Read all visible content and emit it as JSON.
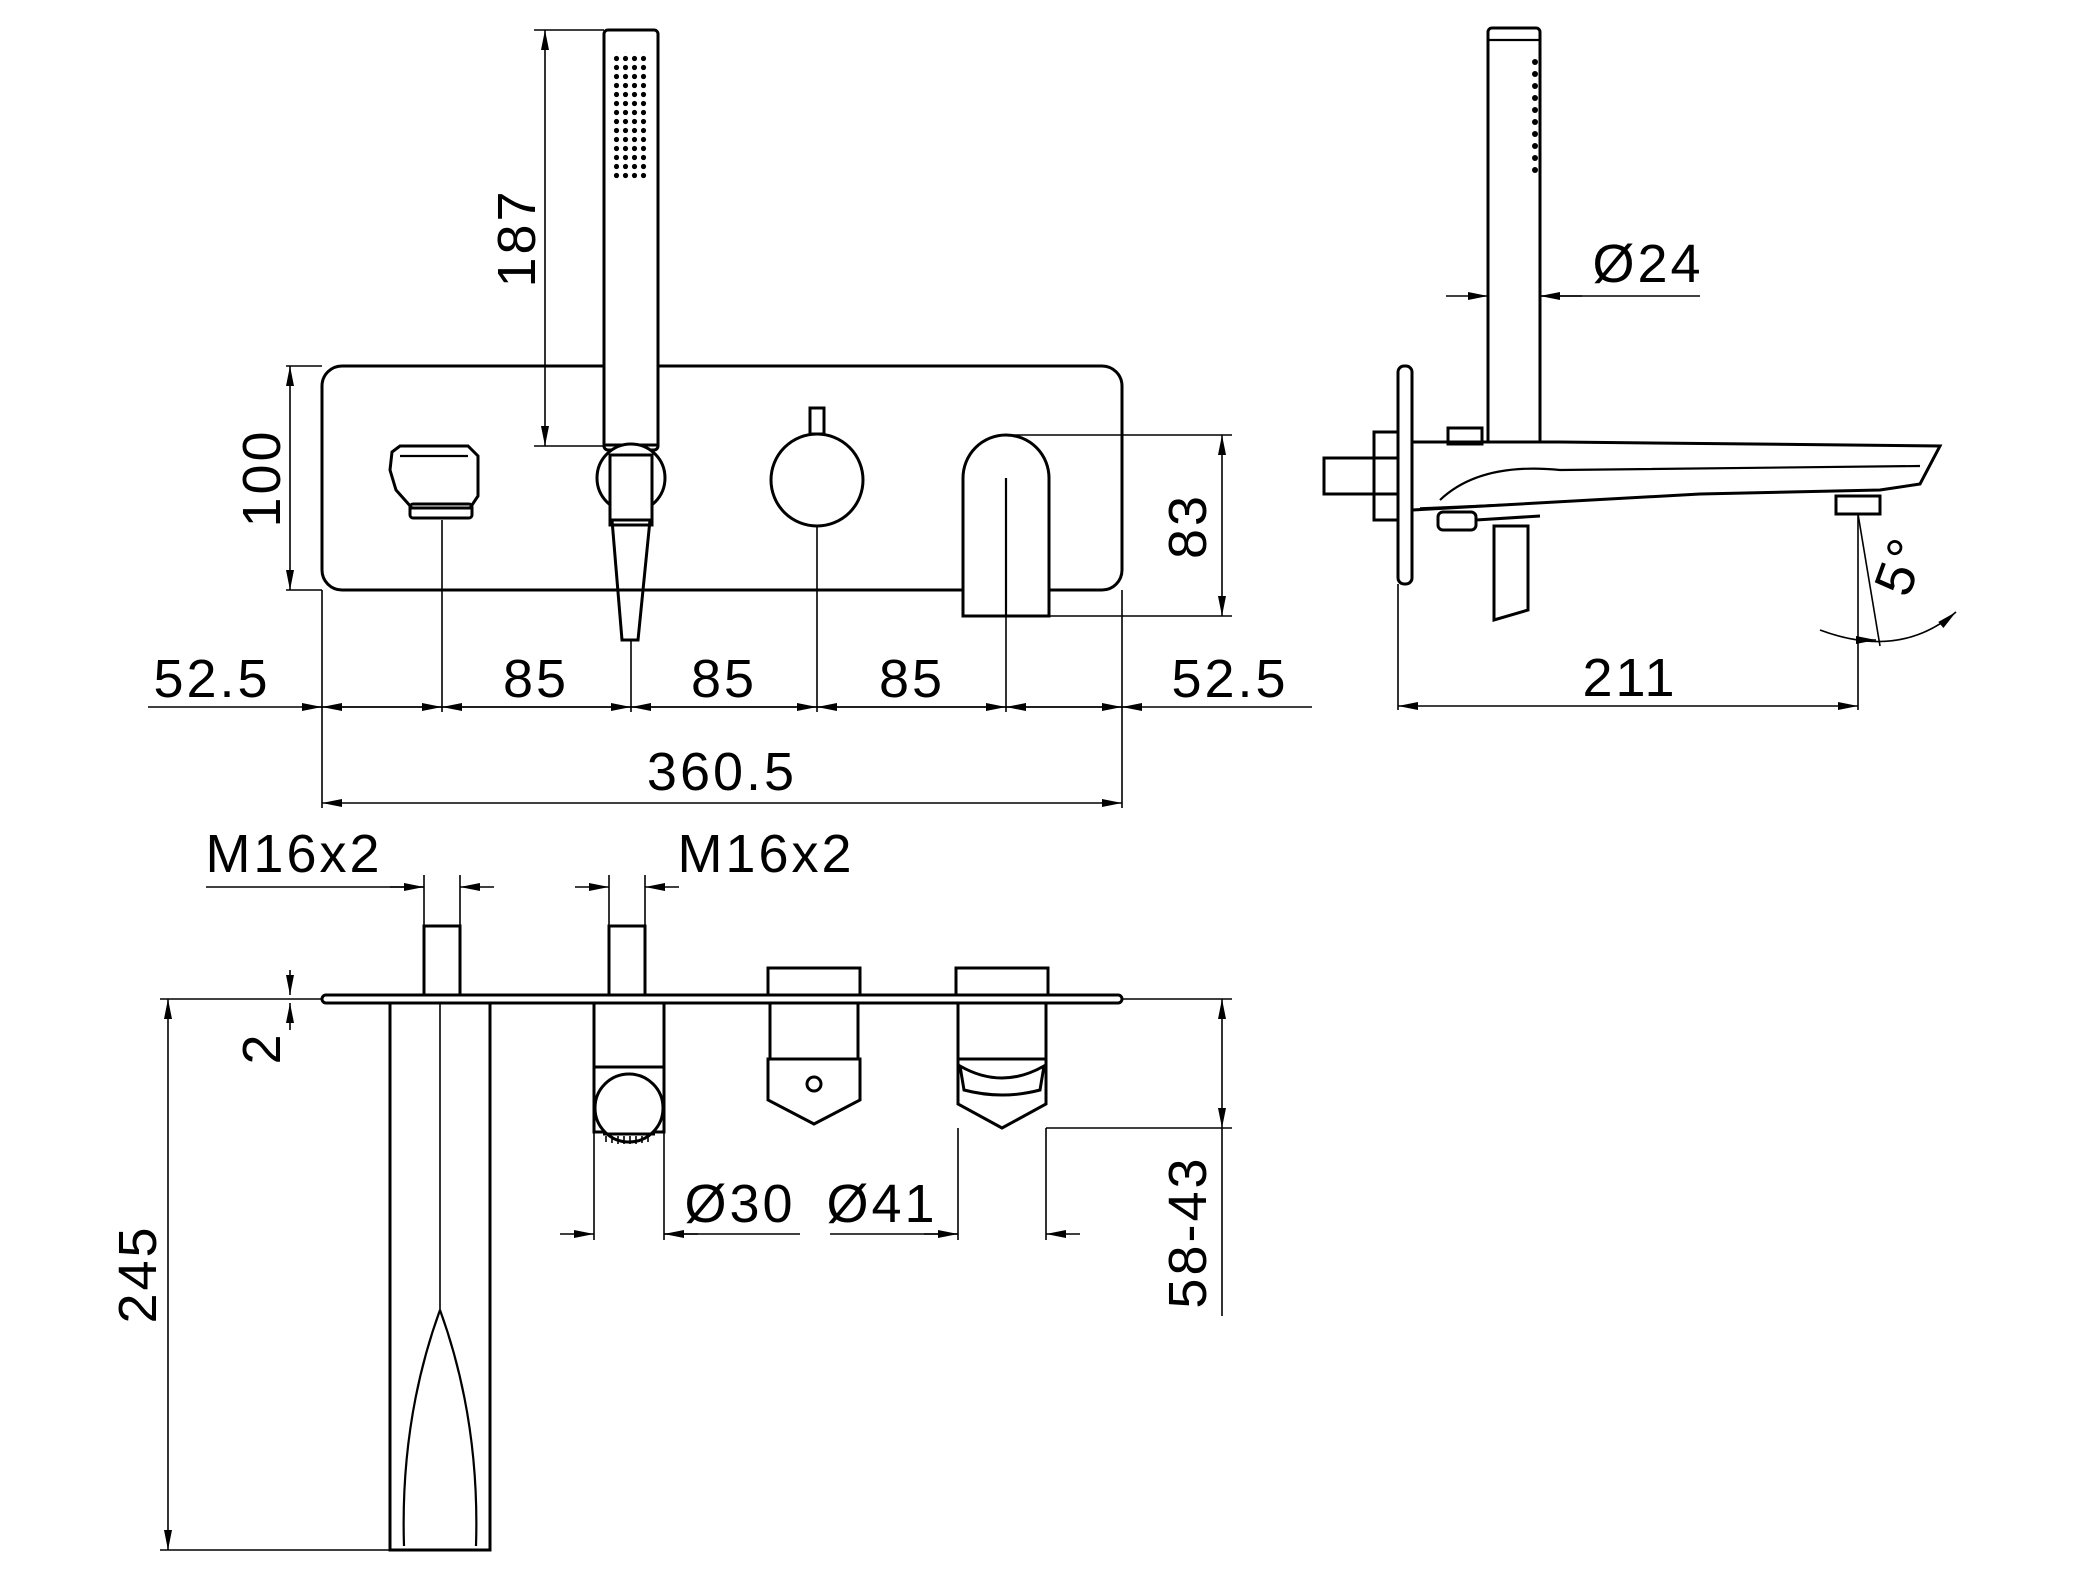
{
  "dimensions": {
    "front_view": {
      "handshower_height": "187",
      "plate_height": "100",
      "spout_height": "83",
      "left_margin": "52.5",
      "spacing_1": "85",
      "spacing_2": "85",
      "spacing_3": "85",
      "right_margin": "52.5",
      "overall_width": "360.5"
    },
    "side_view": {
      "handshower_diameter": "Ø24",
      "projection": "211",
      "spout_angle": "5°"
    },
    "top_view": {
      "thread_left": "M16x2",
      "thread_right": "M16x2",
      "plate_thickness": "2",
      "spout_length": "245",
      "knob_diameter": "Ø30",
      "lever_diameter": "Ø41",
      "body_depth": "58-43"
    }
  }
}
